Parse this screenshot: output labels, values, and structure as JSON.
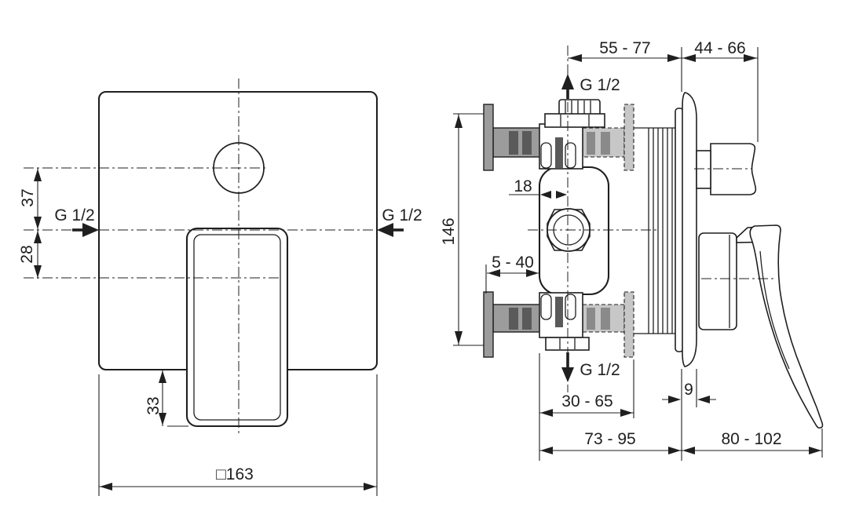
{
  "colors": {
    "line": "#1f1f1f",
    "rail_gray": "#9c9c9c",
    "slot_dark": "#5a5a5a",
    "rail_light": "#c7c7c7",
    "slot_mid": "#8a8a8a",
    "paper": "#ffffff"
  },
  "front_view": {
    "labels": {
      "knob_offset": "37",
      "inlet_offset": "28",
      "lever_drop": "33",
      "plate_size": "□163",
      "port_left": "G 1/2",
      "port_right": "G 1/2"
    }
  },
  "side_view": {
    "labels": {
      "rough_in_depth": "55 - 77",
      "trim_depth": "44 - 66",
      "port_top": "G 1/2",
      "center_offset": "18",
      "height": "146",
      "wall_adjust": "5 - 40",
      "port_bottom": "G 1/2",
      "box_depth": "30 - 65",
      "plate_thickness": "9",
      "total_depth": "73 - 95",
      "handle_reach": "80 - 102"
    }
  }
}
